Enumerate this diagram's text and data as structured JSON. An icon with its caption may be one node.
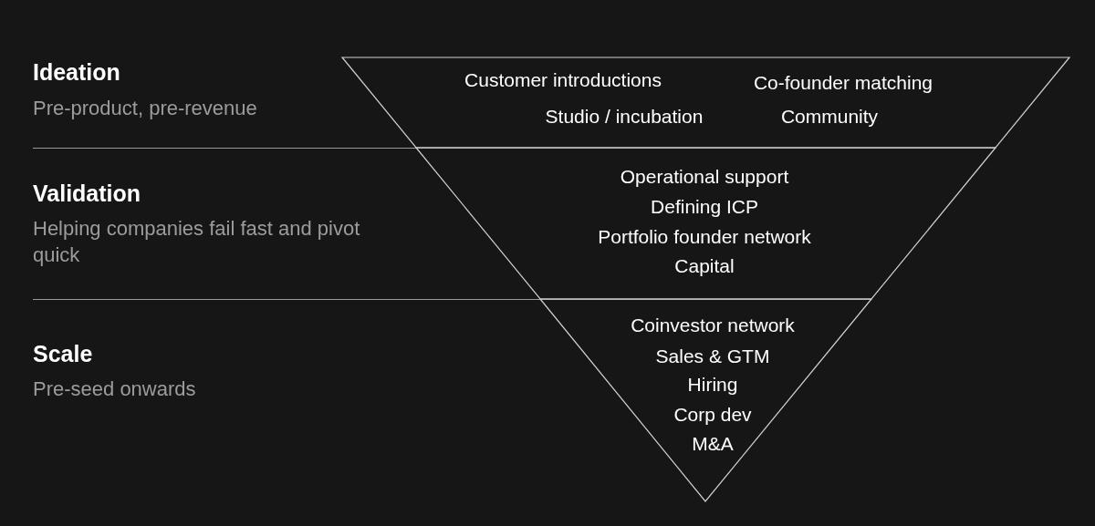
{
  "diagram": {
    "nodes": [
      {
        "text": [
          "Customer introductions",
          "Co-founder matching",
          "Studio / incubation",
          "Community"
        ],
        "beside": [
          "Ideation",
          "Pre-product, pre-revenue"
        ]
      },
      {
        "text": [
          "Operational support",
          "Defining ICP",
          "Portfolio founder network",
          "Capital"
        ],
        "beside": [
          "Validation",
          "Helping companies fail fast and pivot quick"
        ]
      },
      {
        "text": [
          "Coinvestor network",
          "Sales & GTM",
          "Hiring",
          "Corp dev",
          "M&A"
        ],
        "beside": [
          "Scale",
          "Pre-seed onwards"
        ]
      }
    ],
    "edges": []
  }
}
